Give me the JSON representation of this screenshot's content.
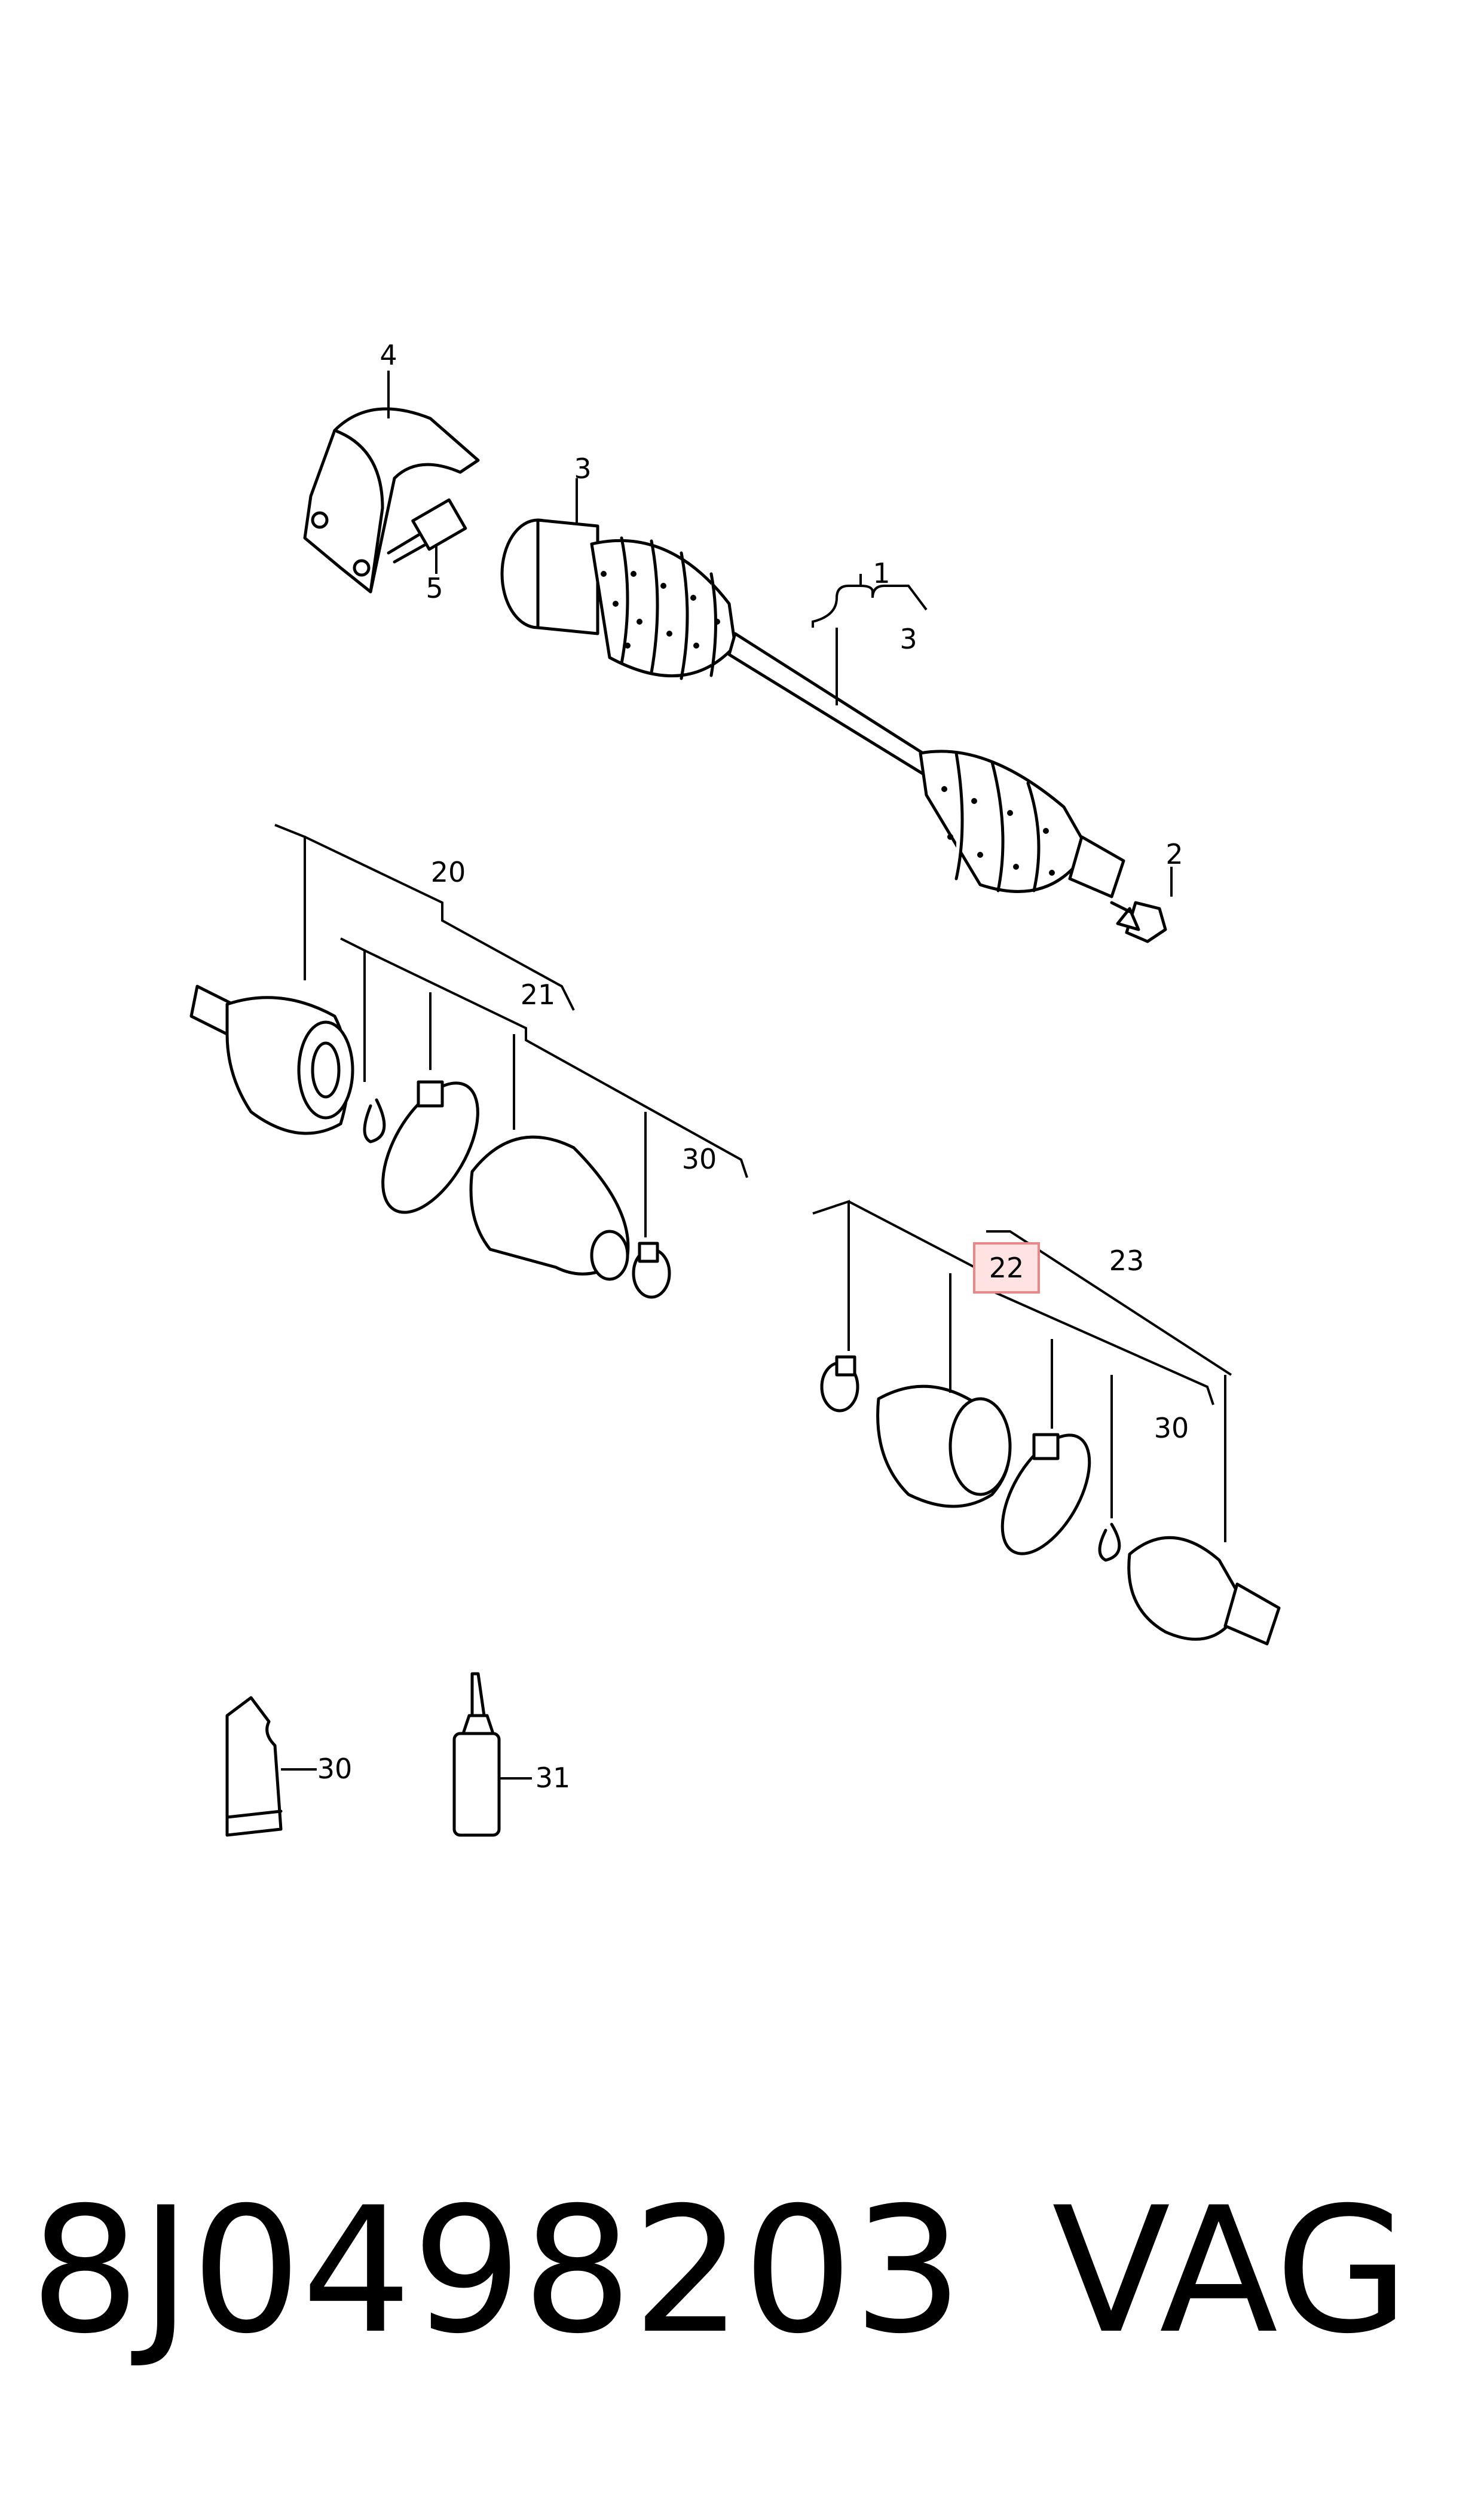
{
  "callouts": {
    "c1": "1",
    "c2": "2",
    "c3a": "3",
    "c3b": "3",
    "c4": "4",
    "c5": "5",
    "c20": "20",
    "c21": "21",
    "c22": "22",
    "c23": "23",
    "c30a": "30",
    "c30b": "30",
    "c30c": "30",
    "c31": "31"
  },
  "caption": {
    "part_number": "8J0498203",
    "brand": "VAG"
  },
  "colors": {
    "line": "#000000",
    "highlight_fill": "#ffe3e3",
    "highlight_border": "#e88888"
  }
}
